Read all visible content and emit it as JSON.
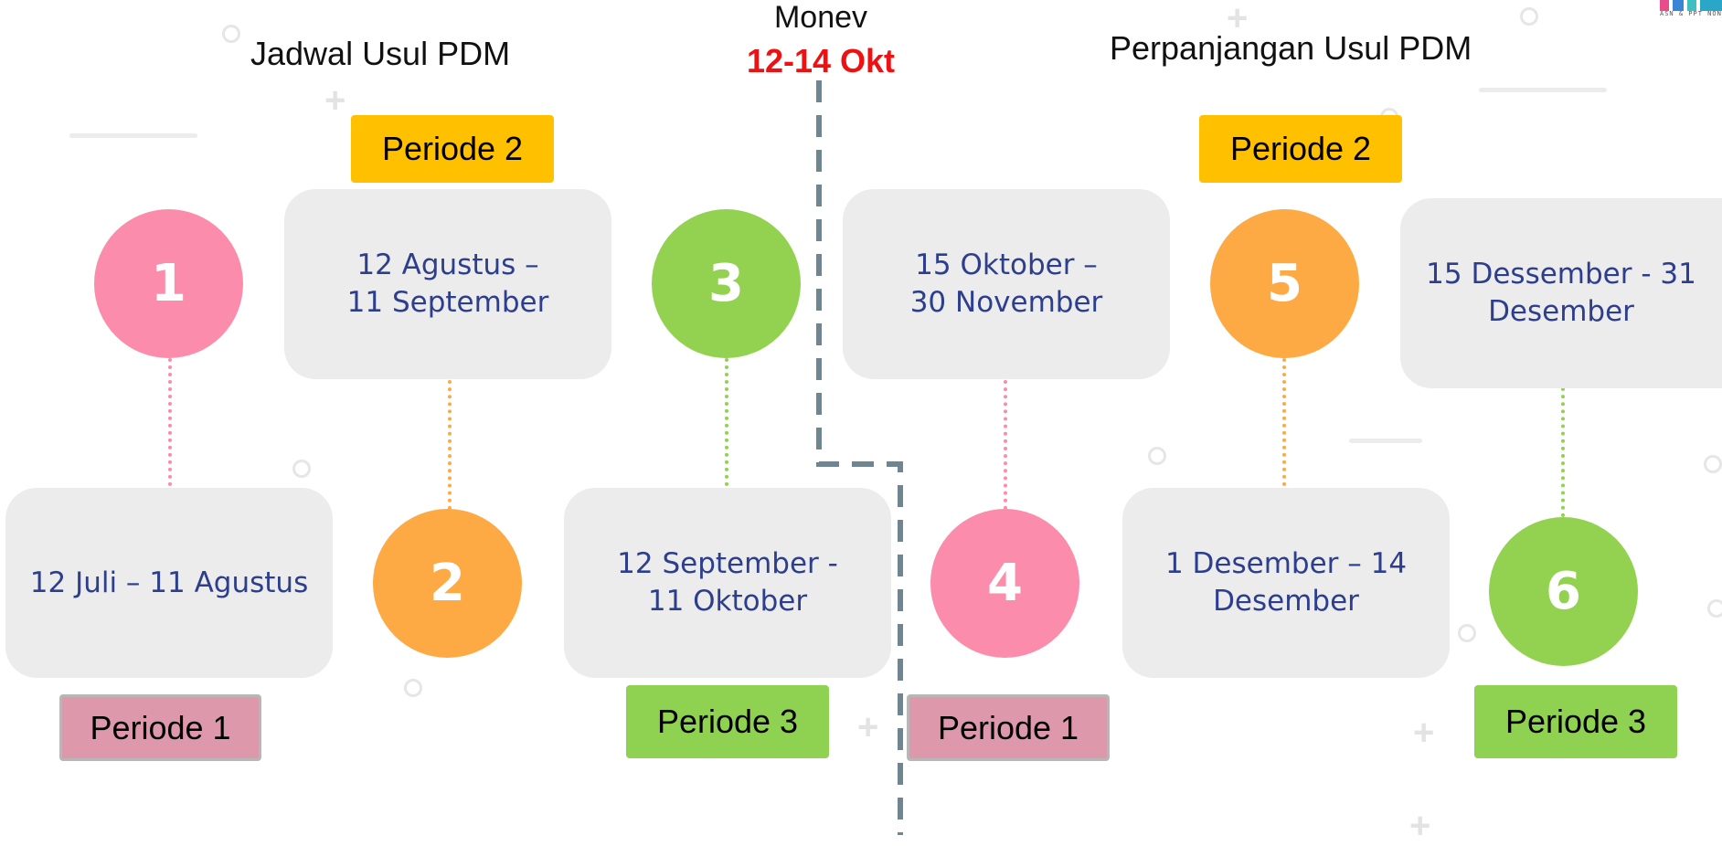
{
  "headings": {
    "left": "Jadwal Usul PDM",
    "right": "Perpanjangan Usul PDM"
  },
  "monev": {
    "title": "Monev",
    "date": "12-14 Okt"
  },
  "steps": [
    {
      "number": "1",
      "date": "12 Juli – 11 Agustus",
      "period": "Periode 1"
    },
    {
      "number": "2",
      "date": "12 Agustus –\n11 September",
      "period": "Periode 2"
    },
    {
      "number": "3",
      "date": "12 September  -\n11 Oktober",
      "period": "Periode 3"
    },
    {
      "number": "4",
      "date": "15 Oktober –\n30 November",
      "period": "Periode 1"
    },
    {
      "number": "5",
      "date": "1 Desember – 14\nDesember",
      "period": "Periode 2"
    },
    {
      "number": "6",
      "date": "15 Dessember  - 31\nDesember",
      "period": "Periode 3"
    }
  ],
  "logo": {
    "caption": "ASN & PPT NON"
  },
  "colors": {
    "pink": "#fb8cab",
    "orange": "#fda944",
    "green": "#93d150",
    "yellow_tag": "#ffc000",
    "pink_tag": "#dd98ab",
    "green_tag": "#8fd150",
    "box_bg": "#ececec",
    "box_text": "#2c3e8c",
    "monev_date": "#ee1111",
    "dashed_line": "#6f8591"
  },
  "icons": {
    "decorations": [
      "circle-outline-icon",
      "plus-icon",
      "line-dash"
    ]
  }
}
